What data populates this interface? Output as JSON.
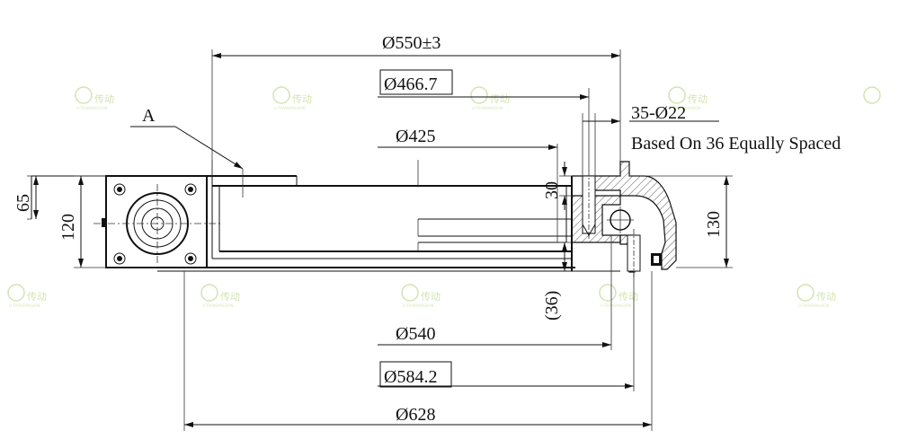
{
  "dimensions": {
    "d550": "Ø550±3",
    "d466": "Ø466.7",
    "d425": "Ø425",
    "bolt_holes": "35-Ø22",
    "bolt_note": "Based On 36 Equally Spaced",
    "d540": "Ø540",
    "d584": "Ø584.2",
    "d628": "Ø628",
    "h65": "65",
    "h120": "120",
    "h30": "30",
    "h36": "(36)",
    "h130": "130"
  },
  "labels": {
    "detail_a": "A"
  },
  "watermark": {
    "text": "传动",
    "subtext": "U-TRANSMISSION"
  },
  "colors": {
    "line": "#111111",
    "watermark": "#cfe0a8"
  }
}
